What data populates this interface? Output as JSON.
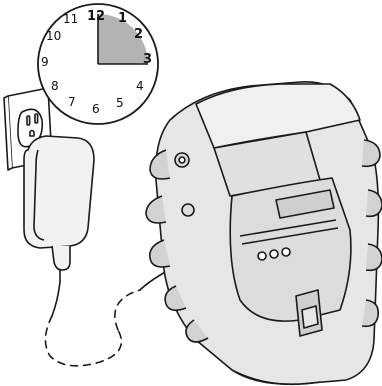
{
  "clock": {
    "numbers": {
      "n12": "12",
      "n1": "1",
      "n2": "2",
      "n3": "3",
      "n4": "4",
      "n5": "5",
      "n6": "6",
      "n7": "7",
      "n8": "8",
      "n9": "9",
      "n10": "10",
      "n11": "11"
    },
    "highlight_fraction": 0.25
  },
  "colors": {
    "outline": "#1a1a1a",
    "clock_highlight": "#b3b3b3",
    "printer_body": "#e6e6e6",
    "printer_dark": "#b8b8b8",
    "adapter_body": "#f2f2f2",
    "outlet_plate": "#ffffff"
  },
  "icons": {
    "clock": "clock-icon",
    "wall_outlet": "wall-outlet-icon",
    "power_adapter": "power-adapter-icon",
    "printer": "mobile-printer-icon",
    "cable": "power-cable-icon"
  }
}
